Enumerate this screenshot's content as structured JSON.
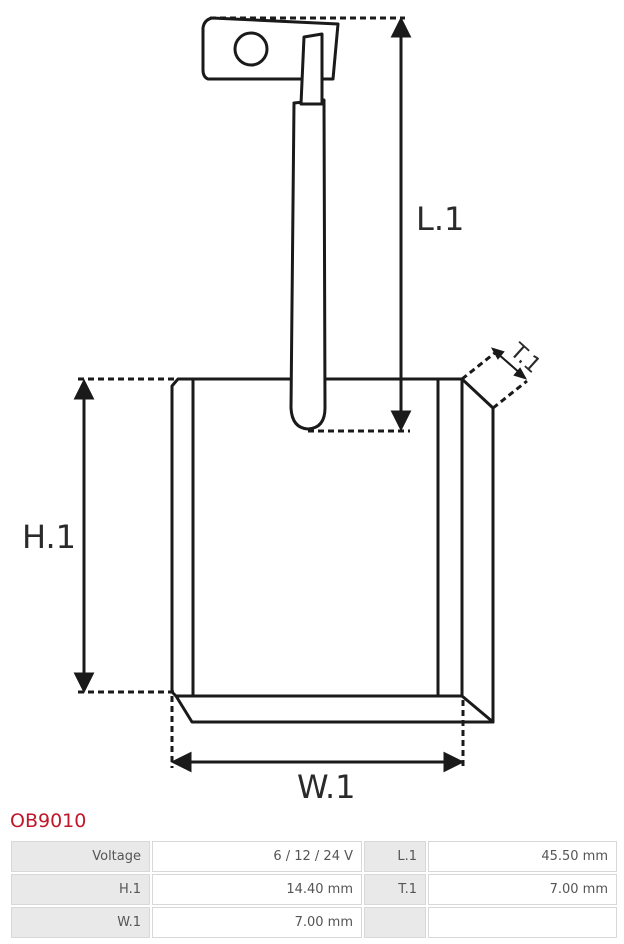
{
  "diagram": {
    "labels": {
      "l1": "L.1",
      "h1": "H.1",
      "w1": "W.1",
      "t1": "T.1"
    }
  },
  "product": {
    "code": "OB9010"
  },
  "specs": {
    "rows": [
      [
        {
          "key": "Voltage",
          "value": "6 / 12 / 24 V"
        },
        {
          "key": "L.1",
          "value": "45.50 mm"
        }
      ],
      [
        {
          "key": "H.1",
          "value": "14.40 mm"
        },
        {
          "key": "T.1",
          "value": "7.00 mm"
        }
      ],
      [
        {
          "key": "W.1",
          "value": "7.00 mm"
        },
        {
          "key": "",
          "value": ""
        }
      ]
    ]
  }
}
